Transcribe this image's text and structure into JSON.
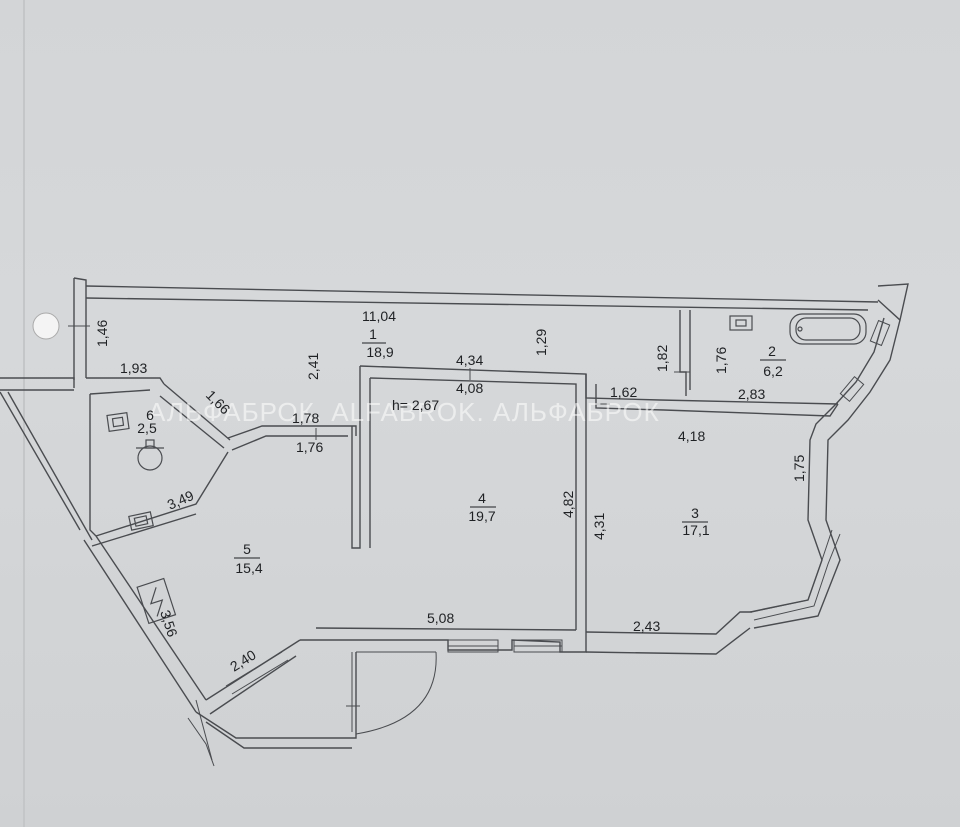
{
  "watermark": "АЛЬФАБРОК. ALFABROK. АЛЬФАБРОК",
  "ceiling_height": "h= 2,67",
  "rooms": [
    {
      "id": "room-1",
      "number": "1",
      "area": "18,9"
    },
    {
      "id": "room-2",
      "number": "2",
      "area": "6,2"
    },
    {
      "id": "room-3",
      "number": "3",
      "area": "17,1"
    },
    {
      "id": "room-4",
      "number": "4",
      "area": "19,7"
    },
    {
      "id": "room-5",
      "number": "5",
      "area": "15,4"
    },
    {
      "id": "room-6",
      "number": "6",
      "area": "2,5"
    }
  ],
  "dimensions": [
    "11,04",
    "1,46",
    "1,93",
    "2,41",
    "4,34",
    "4,08",
    "1,29",
    "1,82",
    "1,76",
    "2,83",
    "1,62",
    "4,18",
    "1,75",
    "1,66",
    "1,78",
    "1,76",
    "3,49",
    "4,82",
    "4,31",
    "5,08",
    "2,43",
    "3,56",
    "2,40"
  ],
  "colors": {
    "paper": "#d3d5d7",
    "line": "#4a4c50",
    "text": "#1f2124"
  }
}
